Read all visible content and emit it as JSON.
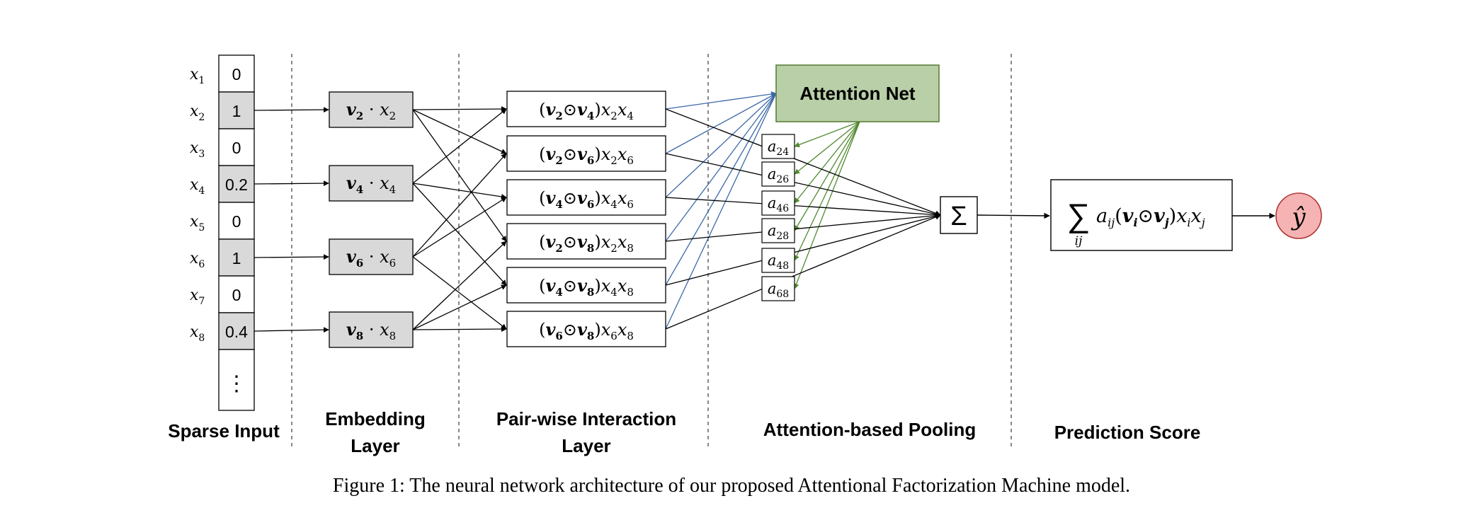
{
  "sections": {
    "sparse_input": "Sparse Input",
    "embedding_line1": "Embedding",
    "embedding_line2": "Layer",
    "interaction_line1": "Pair-wise Interaction",
    "interaction_line2": "Layer",
    "pooling": "Attention-based Pooling",
    "prediction": "Prediction Score"
  },
  "input_labels": [
    {
      "base": "x",
      "sub": "1"
    },
    {
      "base": "x",
      "sub": "2"
    },
    {
      "base": "x",
      "sub": "3"
    },
    {
      "base": "x",
      "sub": "4"
    },
    {
      "base": "x",
      "sub": "5"
    },
    {
      "base": "x",
      "sub": "6"
    },
    {
      "base": "x",
      "sub": "7"
    },
    {
      "base": "x",
      "sub": "8"
    }
  ],
  "input_values": [
    "0",
    "1",
    "0",
    "0.2",
    "0",
    "1",
    "0",
    "0.4"
  ],
  "input_active": [
    false,
    true,
    false,
    true,
    false,
    true,
    false,
    true
  ],
  "input_ellipsis": "⋮",
  "embeddings": [
    {
      "v": "v",
      "vi": "2",
      "dot": "·",
      "x": "x",
      "xi": "2"
    },
    {
      "v": "v",
      "vi": "4",
      "dot": "·",
      "x": "x",
      "xi": "4"
    },
    {
      "v": "v",
      "vi": "6",
      "dot": "·",
      "x": "x",
      "xi": "6"
    },
    {
      "v": "v",
      "vi": "8",
      "dot": "·",
      "x": "x",
      "xi": "8"
    }
  ],
  "interactions": [
    {
      "i": "2",
      "j": "4"
    },
    {
      "i": "2",
      "j": "6"
    },
    {
      "i": "4",
      "j": "6"
    },
    {
      "i": "2",
      "j": "8"
    },
    {
      "i": "4",
      "j": "8"
    },
    {
      "i": "6",
      "j": "8"
    }
  ],
  "attention_net": "Attention Net",
  "attention_weights": [
    {
      "a": "a",
      "sub": "24"
    },
    {
      "a": "a",
      "sub": "26"
    },
    {
      "a": "a",
      "sub": "46"
    },
    {
      "a": "a",
      "sub": "28"
    },
    {
      "a": "a",
      "sub": "48"
    },
    {
      "a": "a",
      "sub": "68"
    }
  ],
  "sum_symbol": "Σ",
  "prediction_formula": {
    "sum": "∑",
    "sum_sub": "ij",
    "a": "a",
    "a_sub": "ij",
    "open": "(",
    "vi": "v",
    "vi_sub": "i",
    "odot": "⊙",
    "vj": "v",
    "vj_sub": "j",
    "close": ")",
    "x1": "x",
    "x1_sub": "i",
    "x2": "x",
    "x2_sub": "j"
  },
  "output": {
    "symbol": "ŷ"
  },
  "caption": "Figure 1: The neural network architecture of our proposed Attentional Factorization Machine model.",
  "colors": {
    "active_cell": "#d9d9d9",
    "attention_fill": "#b9cfa8",
    "attention_stroke": "#5b7f3b",
    "blue_link": "#3c68a8",
    "green_link": "#4f8a2e",
    "output_fill": "#f6b3b3",
    "output_stroke": "#b03a3a"
  }
}
